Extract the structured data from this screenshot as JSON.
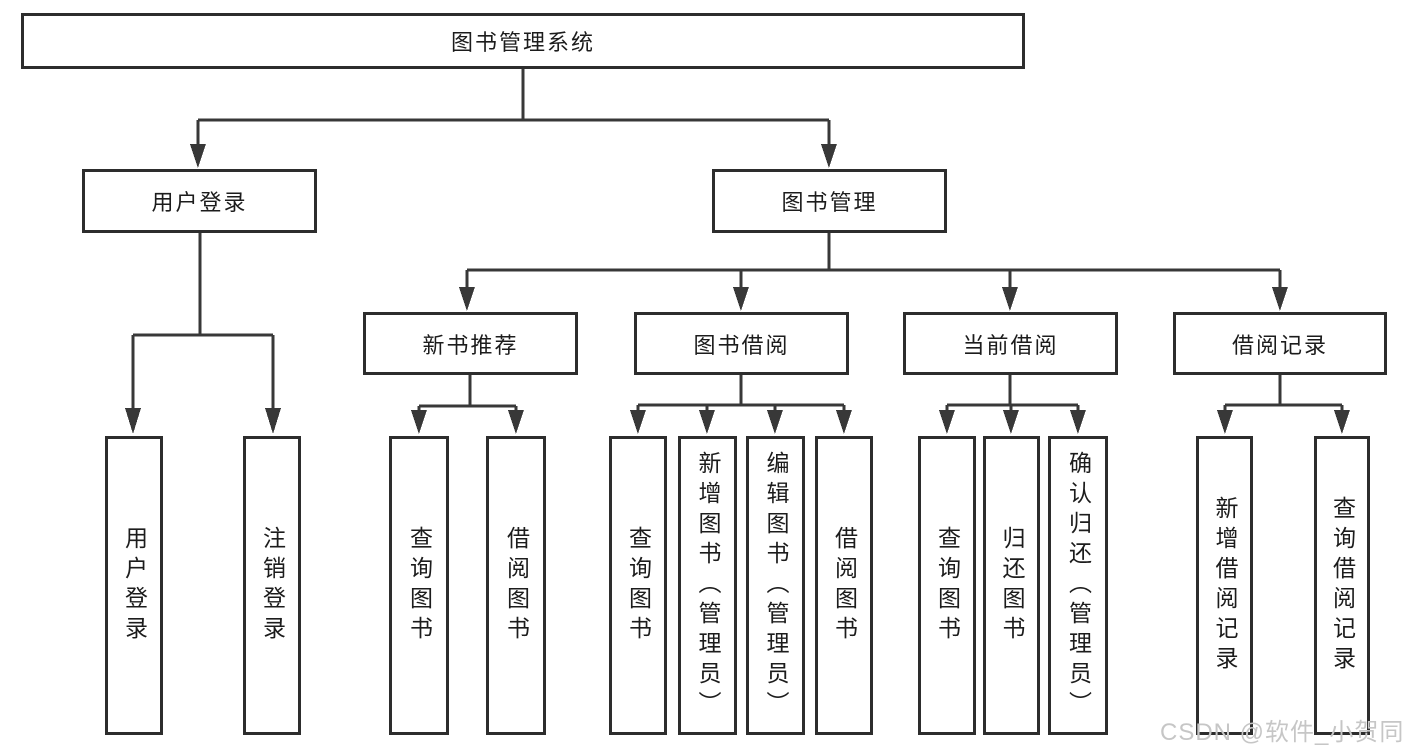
{
  "colors": {
    "line": "#383838",
    "box_border": "#2d2d2d",
    "text": "#1c1c1c",
    "watermark": "#c6c6c6",
    "background": "#ffffff"
  },
  "watermark": {
    "text": "CSDN @软件_小贺同学"
  },
  "tree": {
    "root": {
      "label": "图书管理系统"
    },
    "branches": [
      {
        "label": "用户登录",
        "children": [
          {
            "label": "用户登录"
          },
          {
            "label": "注销登录"
          }
        ]
      },
      {
        "label": "图书管理",
        "children": [
          {
            "label": "新书推荐",
            "children": [
              {
                "label": "查询图书"
              },
              {
                "label": "借阅图书"
              }
            ]
          },
          {
            "label": "图书借阅",
            "children": [
              {
                "label": "查询图书"
              },
              {
                "label": "新增图书（管理员）"
              },
              {
                "label": "编辑图书（管理员）"
              },
              {
                "label": "借阅图书"
              }
            ]
          },
          {
            "label": "当前借阅",
            "children": [
              {
                "label": "查询图书"
              },
              {
                "label": "归还图书"
              },
              {
                "label": "确认归还（管理员）"
              }
            ]
          },
          {
            "label": "借阅记录",
            "children": [
              {
                "label": "新增借阅记录"
              },
              {
                "label": "查询借阅记录"
              }
            ]
          }
        ]
      }
    ]
  }
}
